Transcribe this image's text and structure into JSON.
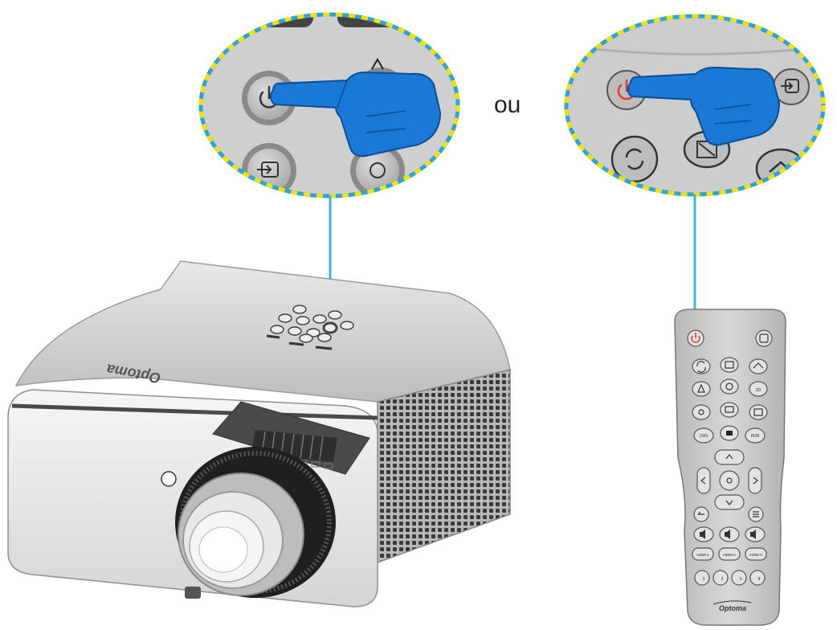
{
  "connector_word": "ou",
  "projector": {
    "brand": "Optoma"
  },
  "remote": {
    "brand": "Optoma",
    "buttons": {
      "cms": "CMS",
      "hdr": "HDR",
      "three_d": "3D",
      "hdmi1": "HDMI 1",
      "hdmi2": "HDMI 2",
      "hdmi3": "HDMI 3",
      "user1": "1",
      "user2": "2",
      "user3": "3",
      "user4": "4"
    }
  },
  "colors": {
    "hand": "#1a78d6",
    "callout_dash_yellow": "#f2e200",
    "callout_dash_blue": "#2aa3e0",
    "callout_fill": "#dcdcdc",
    "remote_body": "#cfcfcf",
    "power_red": "#e53935",
    "leader_line": "#3bb3e6"
  },
  "icons": {
    "power": "power-icon",
    "source": "source-input-icon",
    "resync": "resync-icon",
    "aspect": "aspect-icon",
    "home": "home-icon",
    "up": "chevron-up-icon",
    "enter": "enter-circle-icon",
    "hand": "pointing-hand-icon"
  }
}
